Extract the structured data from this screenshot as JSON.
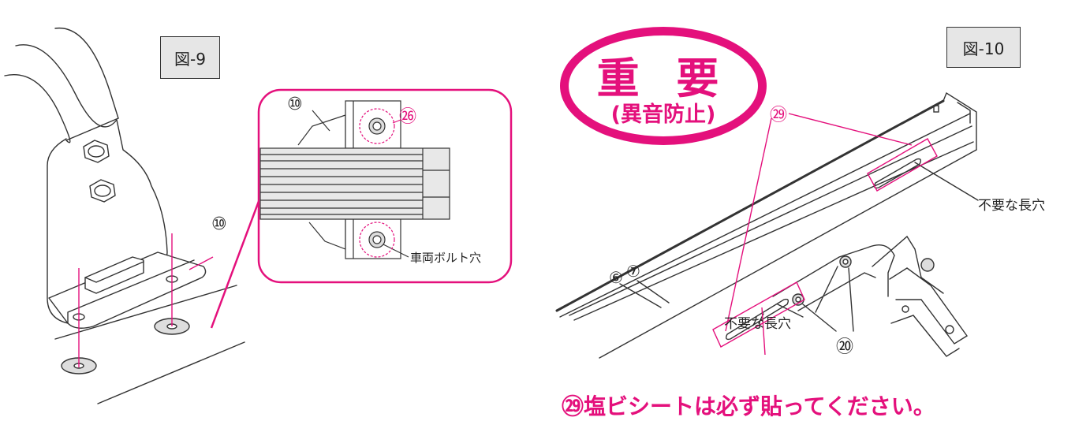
{
  "figure9": {
    "label": "図-9",
    "callout_10_main": "⑩",
    "callout_10_detail": "⑩",
    "callout_26": "㉖",
    "bolt_hole_label": "車両ボルト穴"
  },
  "figure10": {
    "label": "図-10",
    "callout_6": "⑥",
    "callout_7": "⑦",
    "callout_20": "⑳",
    "callout_29": "㉙",
    "unneeded_slot_right": "不要な長穴",
    "unneeded_slot_bottom": "不要な長穴"
  },
  "important": {
    "title": "重 要",
    "subtitle": "(異音防止)"
  },
  "note": {
    "marker": "㉙",
    "text": "塩ビシートは必ず貼ってください。"
  },
  "colors": {
    "accent": "#e4107c",
    "line": "#333333",
    "label_bg": "#e6e6e6"
  }
}
